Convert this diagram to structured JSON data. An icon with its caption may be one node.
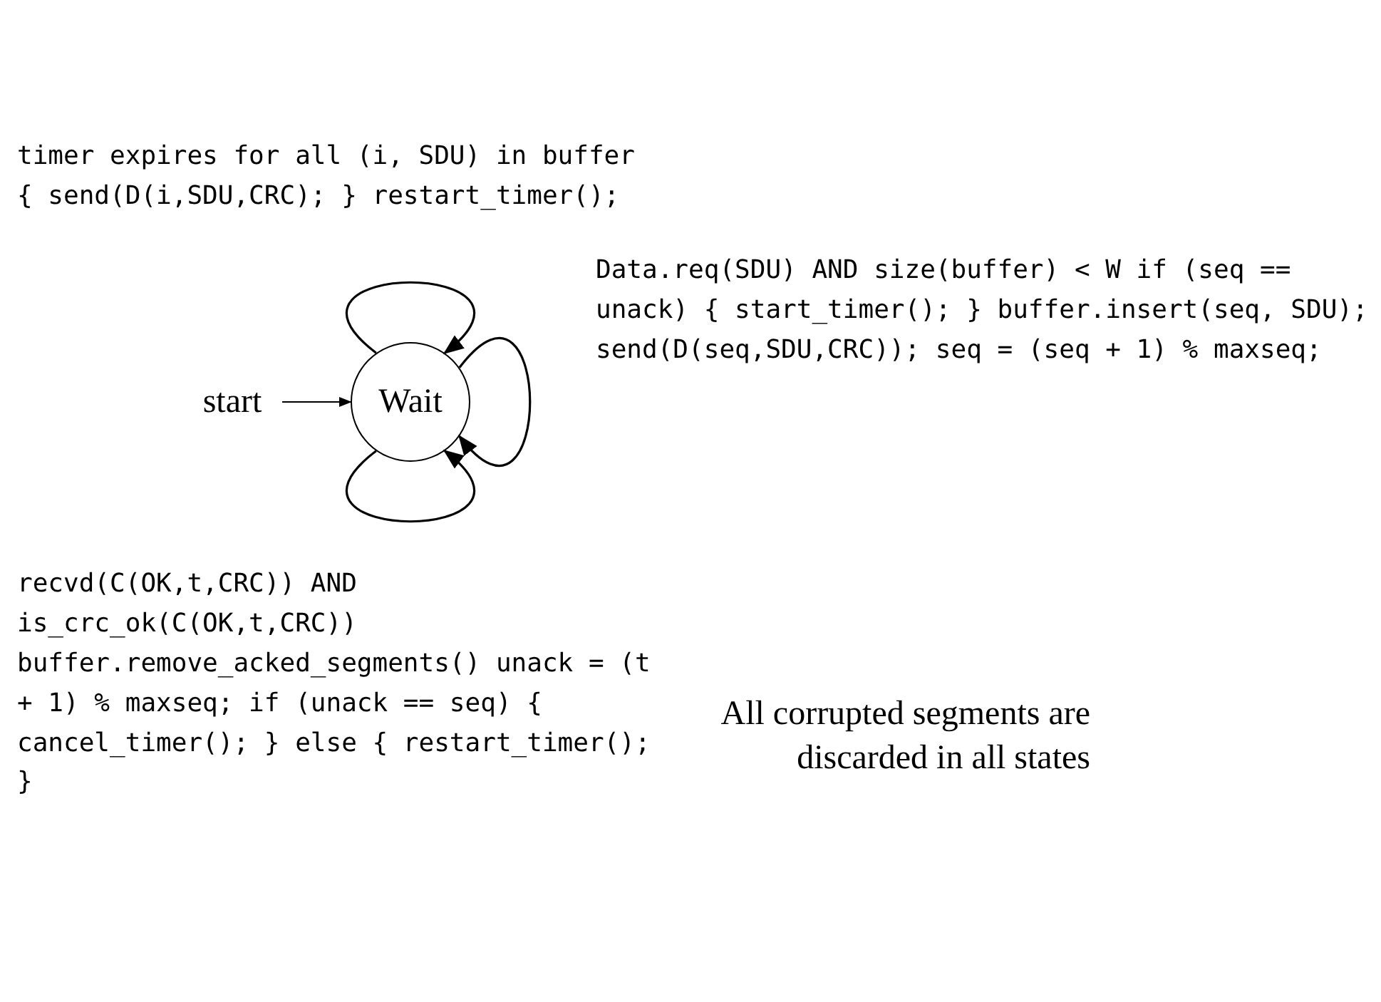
{
  "diagram": {
    "nodes": [
      {
        "text": [
          "start"
        ]
      },
      {
        "text": [
          "Wait"
        ]
      }
    ],
    "edges": [
      {
        "from": 0,
        "to": 1,
        "arrow": "to"
      },
      {
        "from": 1,
        "to": 1,
        "arrow": "to",
        "label": "timer expires for all (i, SDU) in buffer { send(D(i,SDU,CRC); } restart_timer();"
      },
      {
        "from": 1,
        "to": 1,
        "arrow": "to",
        "label": "Data.req(SDU) AND size(buffer) < W if (seq == unack) { start_timer(); } buffer.insert(seq, SDU); send(D(seq,SDU,CRC)); seq = (seq + 1) % maxseq;"
      },
      {
        "from": 1,
        "to": 1,
        "arrow": "to",
        "label": "recvd(C(OK,t,CRC)) AND is_crc_ok(C(OK,t,CRC)) buffer.remove_acked_segments() unack = (t + 1) % maxseq; if (unack == seq) { cancel_timer(); } else { restart_timer(); }"
      }
    ],
    "labels": [
      "All corrupted segments are discarded in all states"
    ]
  }
}
